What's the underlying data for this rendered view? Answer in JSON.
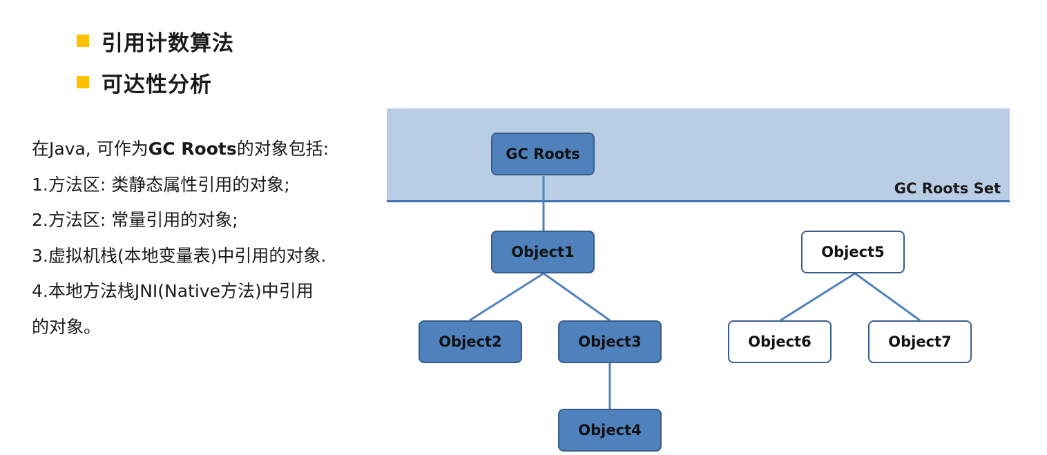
{
  "bullets": [
    {
      "label": "引用计数算法"
    },
    {
      "label": "可达性分析"
    }
  ],
  "description": {
    "intro_prefix": "在Java, 可作为",
    "intro_bold": "GC Roots",
    "intro_suffix": "的对象包括:",
    "lines": [
      "1.方法区: 类静态属性引用的对象;",
      "2.方法区: 常量引用的对象;",
      "3.虚拟机栈(本地变量表)中引用的对象.",
      "4.本地方法栈JNI(Native方法)中引用",
      "的对象。"
    ]
  },
  "diagram": {
    "roots_set_label": "GC Roots Set",
    "nodes": {
      "gc_roots": "GC Roots",
      "object1": "Object1",
      "object2": "Object2",
      "object3": "Object3",
      "object4": "Object4",
      "object5": "Object5",
      "object6": "Object6",
      "object7": "Object7"
    },
    "colors": {
      "roots_band": "#b9cde5",
      "roots_line": "#3e6fad",
      "reachable_fill": "#4f81bd",
      "node_border": "#385d8a",
      "unreachable_fill": "#ffffff",
      "bullet": "#ffc000"
    }
  }
}
